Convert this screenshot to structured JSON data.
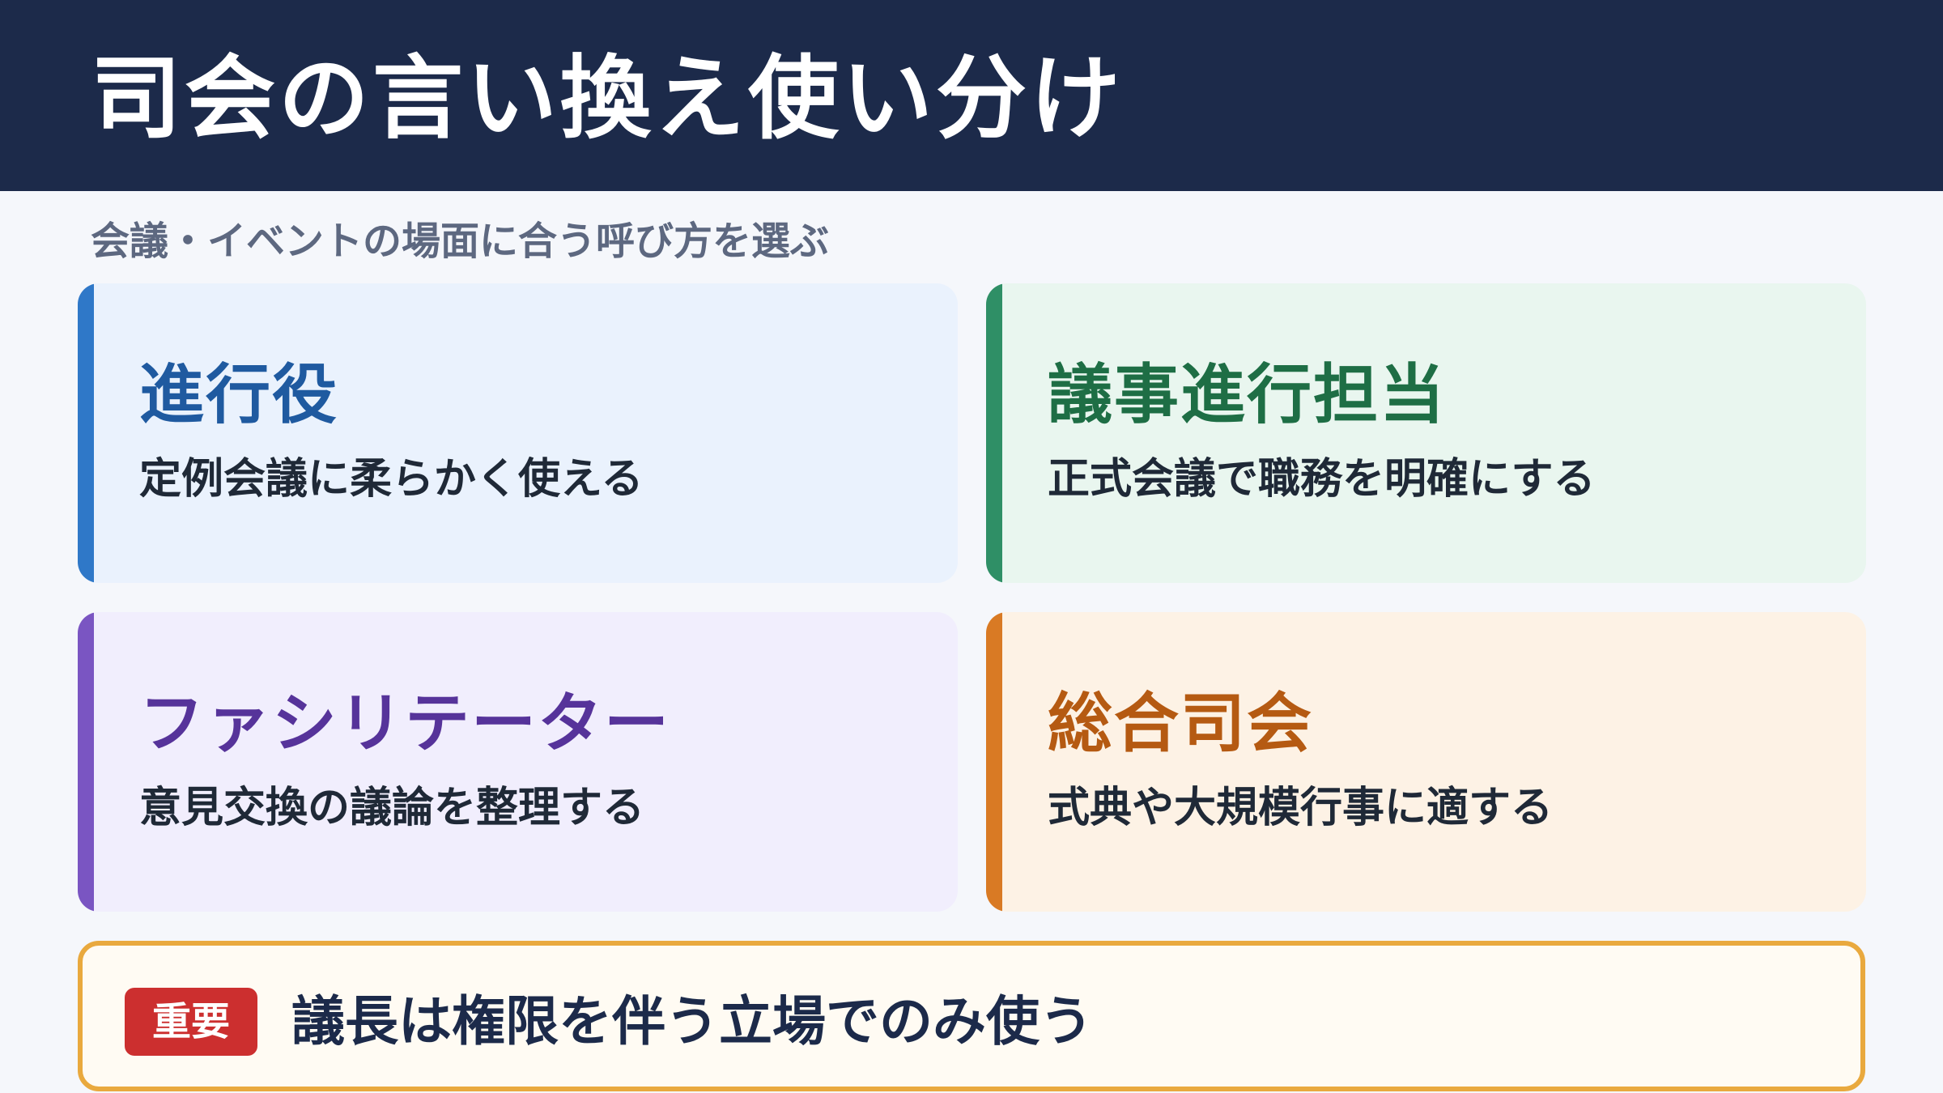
{
  "header": {
    "title": "司会の言い換え使い分け"
  },
  "subtitle": "会議・イベントの場面に合う呼び方を選ぶ",
  "cards": [
    {
      "title": "進行役",
      "description": "定例会議に柔らかく使える",
      "accent_color": "#2f78c8"
    },
    {
      "title": "議事進行担当",
      "description": "正式会議で職務を明確にする",
      "accent_color": "#2f8f66"
    },
    {
      "title": "ファシリテーター",
      "description": "意見交換の議論を整理する",
      "accent_color": "#7a55c2"
    },
    {
      "title": "総合司会",
      "description": "式典や大規模行事に適する",
      "accent_color": "#d97a24"
    }
  ],
  "notice": {
    "badge": "重要",
    "text": "議長は権限を伴う立場でのみ使う",
    "badge_color": "#cc2f2f",
    "border_color": "#e9a93e"
  }
}
